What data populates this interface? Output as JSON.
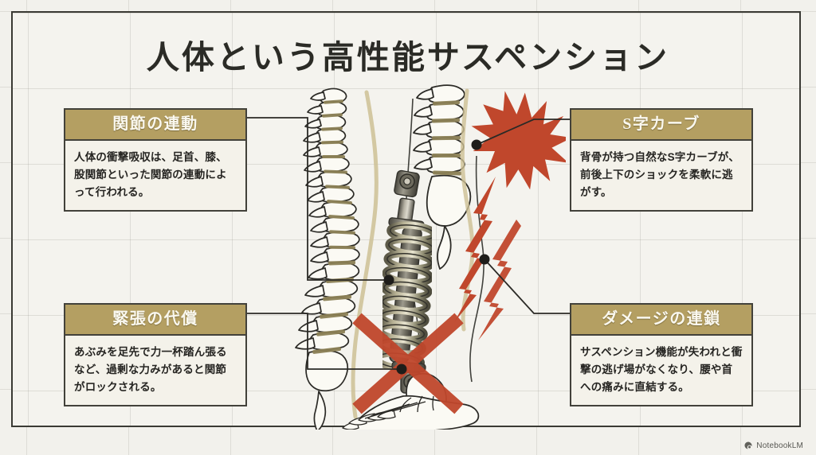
{
  "page": {
    "title": "人体という高性能サスペンション",
    "background_color": "#f2f1ec",
    "frame_color": "#3a3a34",
    "accent_gold": "#b49f62",
    "accent_red": "#c0472c",
    "text_color": "#262522"
  },
  "callouts": [
    {
      "id": "joint",
      "heading": "関節の連動",
      "body": "人体の衝撃吸収は、足首、膝、股関節といった関節の連動によって行われる。"
    },
    {
      "id": "tension",
      "heading": "緊張の代償",
      "body": "あぶみを足先で力一杯踏ん張るなど、過剰な力みがあると関節がロックされる。"
    },
    {
      "id": "scurve",
      "heading": "S字カーブ",
      "body": "背骨が持つ自然なS字カーブが、前後上下のショックを柔軟に逃がす。"
    },
    {
      "id": "damage",
      "heading": "ダメージの連鎖",
      "body": "サスペンション機能が失われと衝撃の逃げ場がなくなり、腰や首への痛みに直結する。"
    }
  ],
  "illustration": {
    "description": "spine-and-suspension-diagram",
    "elements": [
      "spine-lateral-view",
      "lumbar-spine-closeup",
      "coilover-shock-absorber",
      "foot-skeleton",
      "impact-burst-upper",
      "impact-lightning-lower",
      "red-x-mark"
    ]
  },
  "watermark": {
    "label": "NotebookLM",
    "icon": "notebooklm-icon"
  }
}
